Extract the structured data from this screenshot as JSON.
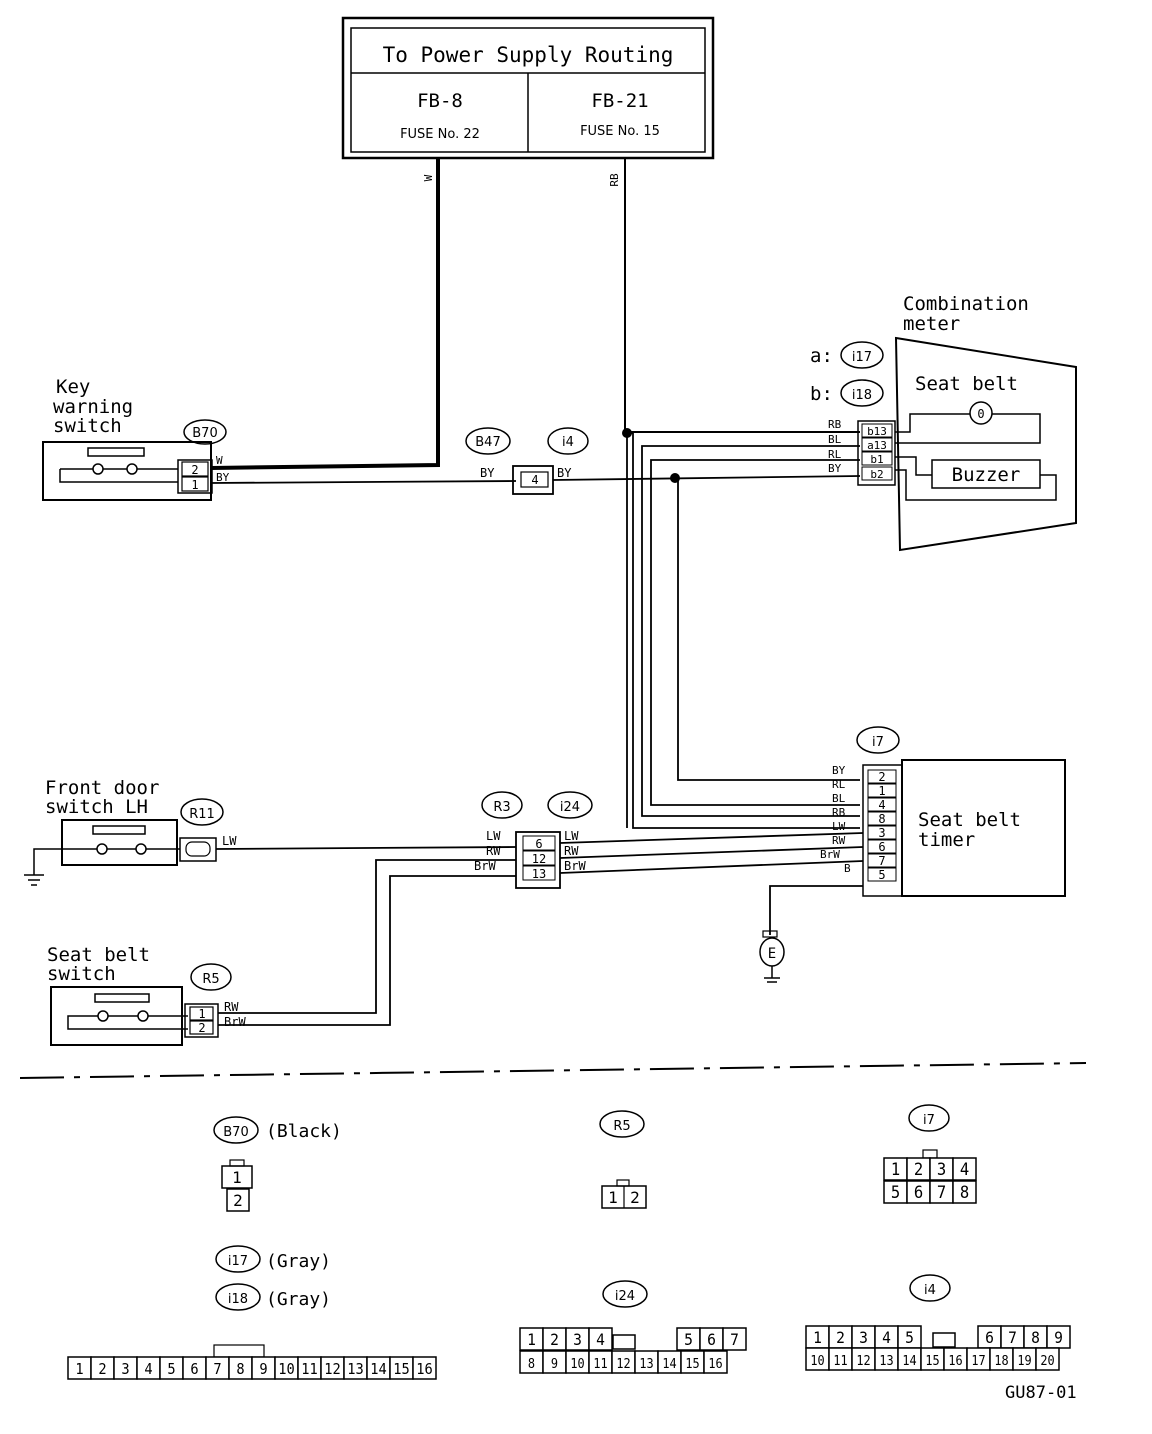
{
  "power": {
    "title": "To Power Supply Routing",
    "left_box": "FB-8",
    "left_fuse": "FUSE No. 22",
    "right_box": "FB-21",
    "right_fuse": "FUSE No. 15",
    "wire_left": "W",
    "wire_right": "RB"
  },
  "key_switch": {
    "name_l1": "Key",
    "name_l2": "warning",
    "name_l3": "switch",
    "connector": "B70",
    "pins": [
      "2",
      "1"
    ],
    "wires": [
      "W",
      "BY"
    ]
  },
  "joint": {
    "connector_a": "B47",
    "connector_b": "i4",
    "pin": "4",
    "wire_in": "BY",
    "wire_out": "BY"
  },
  "combination_meter": {
    "name_l1": "Combination",
    "name_l2": "meter",
    "a_label": "a:",
    "a_conn": "i17",
    "b_label": "b:",
    "b_conn": "i18",
    "seat_belt": "Seat belt",
    "buzzer": "Buzzer",
    "pins": [
      "b13",
      "a13",
      "b1",
      "b2"
    ],
    "wires": [
      "RB",
      "BL",
      "RL",
      "BY"
    ]
  },
  "seat_belt_timer": {
    "name_l1": "Seat belt",
    "name_l2": "timer",
    "connector": "i7",
    "pins": [
      "2",
      "1",
      "4",
      "8",
      "3",
      "6",
      "7",
      "5"
    ],
    "wires": [
      "BY",
      "RL",
      "BL",
      "RB",
      "LW",
      "RW",
      "BrW",
      "B"
    ],
    "ground": "E"
  },
  "front_door": {
    "name_l1": "Front door",
    "name_l2": "switch LH",
    "connector": "R11",
    "wire": "LW"
  },
  "joint2": {
    "connector_a": "R3",
    "connector_b": "i24",
    "pins": [
      "6",
      "12",
      "13"
    ],
    "wires_in": [
      "LW",
      "RW",
      "BrW"
    ],
    "wires_out": [
      "LW",
      "RW",
      "BrW"
    ]
  },
  "seat_switch": {
    "name_l1": "Seat belt",
    "name_l2": "switch",
    "connector": "R5",
    "pins": [
      "1",
      "2"
    ],
    "wires": [
      "RW",
      "BrW"
    ]
  },
  "legend": {
    "b70": "B70",
    "b70_color": "(Black)",
    "b70_pins": [
      "1",
      "2"
    ],
    "r5": "R5",
    "r5_pins": [
      "1",
      "2"
    ],
    "i7": "i7",
    "i7_row1": [
      "1",
      "2",
      "3",
      "4"
    ],
    "i7_row2": [
      "5",
      "6",
      "7",
      "8"
    ],
    "i17": "i17",
    "i17_color": "(Gray)",
    "i18": "i18",
    "i18_color": "(Gray)",
    "i17_pins": [
      "1",
      "2",
      "3",
      "4",
      "5",
      "6",
      "7",
      "8",
      "9",
      "10",
      "11",
      "12",
      "13",
      "14",
      "15",
      "16"
    ],
    "i24": "i24",
    "i24_row1": [
      "1",
      "2",
      "3",
      "4",
      "5",
      "6",
      "7"
    ],
    "i24_row2": [
      "8",
      "9",
      "10",
      "11",
      "12",
      "13",
      "14",
      "15",
      "16"
    ],
    "i4": "i4",
    "i4_row1": [
      "1",
      "2",
      "3",
      "4",
      "5",
      "6",
      "7",
      "8",
      "9"
    ],
    "i4_row2": [
      "10",
      "11",
      "12",
      "13",
      "14",
      "15",
      "16",
      "17",
      "18",
      "19",
      "20"
    ]
  },
  "diagram_code": "GU87-01"
}
